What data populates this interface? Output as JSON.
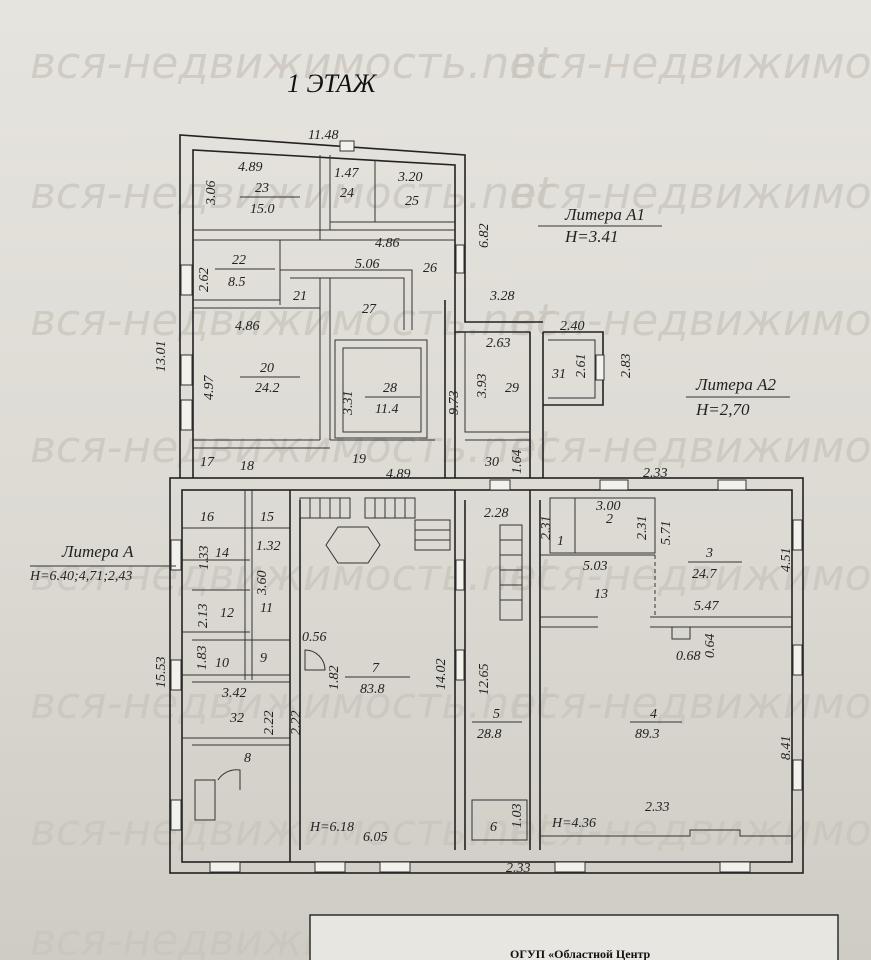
{
  "watermark": "вся-недвижимость.net",
  "floor_title": "1 ЭТАЖ",
  "liters": {
    "a1": {
      "name": "Литера А1",
      "height": "H=3.41"
    },
    "a2": {
      "name": "Литера А2",
      "height": "H=2,70"
    },
    "a": {
      "name": "Литера А",
      "height": "H=6.40;4,71;2,43"
    }
  },
  "rooms": {
    "r23": {
      "num": "23",
      "area": "15.0"
    },
    "r24": {
      "num": "24"
    },
    "r25": {
      "num": "25"
    },
    "r22": {
      "num": "22",
      "area": "8.5"
    },
    "r26": {
      "num": "26"
    },
    "r21": {
      "num": "21"
    },
    "r27": {
      "num": "27"
    },
    "r20": {
      "num": "20",
      "area": "24.2"
    },
    "r28": {
      "num": "28",
      "area": "11.4"
    },
    "r29": {
      "num": "29"
    },
    "r31": {
      "num": "31"
    },
    "r17": {
      "num": "17"
    },
    "r18": {
      "num": "18"
    },
    "r19": {
      "num": "19"
    },
    "r30": {
      "num": "30"
    },
    "r16": {
      "num": "16"
    },
    "r15": {
      "num": "15"
    },
    "r14": {
      "num": "14"
    },
    "r12": {
      "num": "12"
    },
    "r11": {
      "num": "11"
    },
    "r10": {
      "num": "10"
    },
    "r9": {
      "num": "9"
    },
    "r32": {
      "num": "32"
    },
    "r8": {
      "num": "8"
    },
    "r7": {
      "num": "7",
      "area": "83.8"
    },
    "r5": {
      "num": "5",
      "area": "28.8"
    },
    "r6": {
      "num": "6"
    },
    "r1": {
      "num": "1"
    },
    "r2": {
      "num": "2"
    },
    "r3": {
      "num": "3",
      "area": "24.7"
    },
    "r13": {
      "num": "13"
    },
    "r4": {
      "num": "4",
      "area": "89.3"
    }
  },
  "dims": {
    "d1148": "11.48",
    "d489a": "4.89",
    "d306": "3.06",
    "d147": "1.47",
    "d320": "3.20",
    "d486a": "4.86",
    "d682": "6.82",
    "d262": "2.62",
    "d506": "5.06",
    "d1301": "13.01",
    "d486b": "4.86",
    "d497": "4.97",
    "d328": "3.28",
    "d240": "2.40",
    "d263": "2.63",
    "d261": "2.61",
    "d283": "2.83",
    "d331": "3.31",
    "d973": "9.73",
    "d393": "3.93",
    "d164": "1.64",
    "d489b": "4.89",
    "d233a": "2.33",
    "d228": "2.28",
    "d300": "3.00",
    "d231a": "2.31",
    "d231b": "2.31",
    "d571": "5.71",
    "d133": "1.33",
    "d132": "1.32",
    "d360": "3.60",
    "d451": "4.51",
    "d503": "5.03",
    "d213": "2.13",
    "d547": "5.47",
    "d056": "0.56",
    "d068": "0.68",
    "d064": "0.64",
    "d1553": "15.53",
    "d183": "1.83",
    "d182": "1.82",
    "d1402": "14.02",
    "d1265": "12.65",
    "d342": "3.42",
    "d222a": "2.22",
    "d222b": "2.22",
    "d841": "8.41",
    "d233b": "2.33",
    "d605": "6.05",
    "d103": "1.03",
    "d233c": "2.33",
    "h618": "H=6.18",
    "h436": "H=4.36"
  },
  "stamp_text": "ОГУП «Областной Центр"
}
